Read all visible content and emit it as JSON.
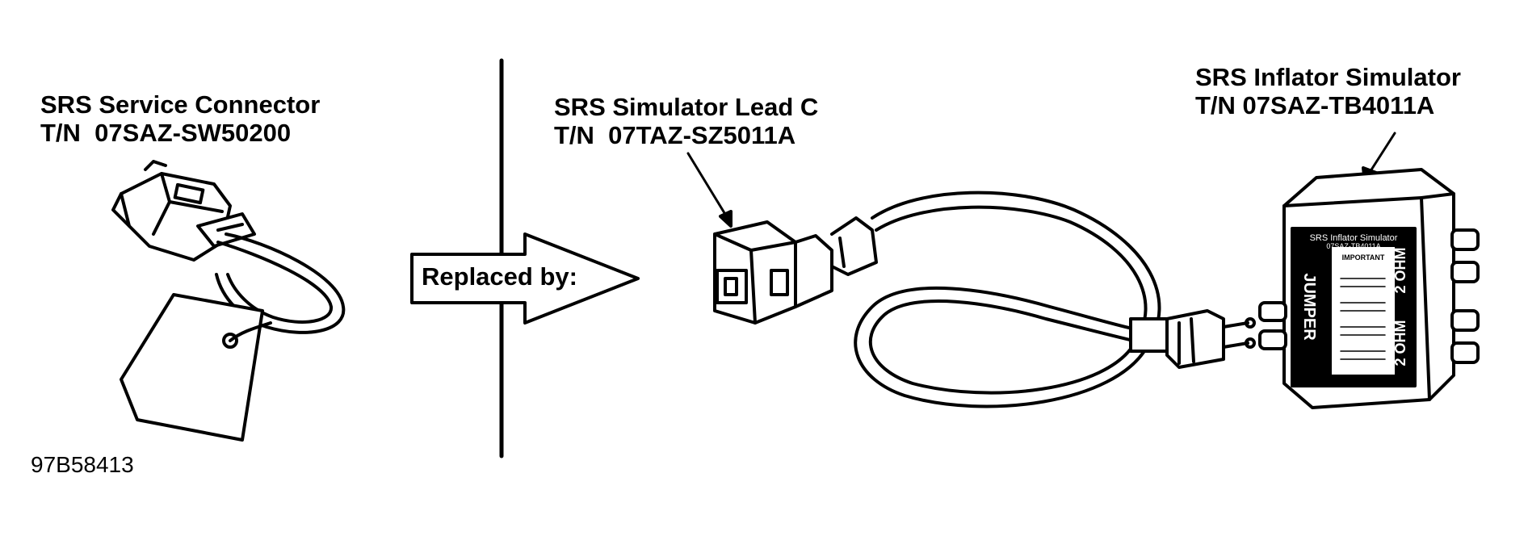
{
  "service_connector": {
    "name": "SRS Service Connector",
    "part_number": "T/N  07SAZ-SW50200"
  },
  "arrow_label": "Replaced by:",
  "simulator_lead": {
    "name": "SRS Simulator Lead C",
    "part_number": "T/N  07TAZ-SZ5011A"
  },
  "inflator_simulator": {
    "name": "SRS Inflator Simulator",
    "part_number": "T/N 07SAZ-TB4011A",
    "face_title": "SRS Inflator Simulator",
    "face_sub": "07SAZ-TB4011A",
    "face_important": "IMPORTANT",
    "side_left": "JUMPER",
    "side_right_top": "2 OHM",
    "side_right_bottom": "2 OHM"
  },
  "figure_code": "97B58413"
}
